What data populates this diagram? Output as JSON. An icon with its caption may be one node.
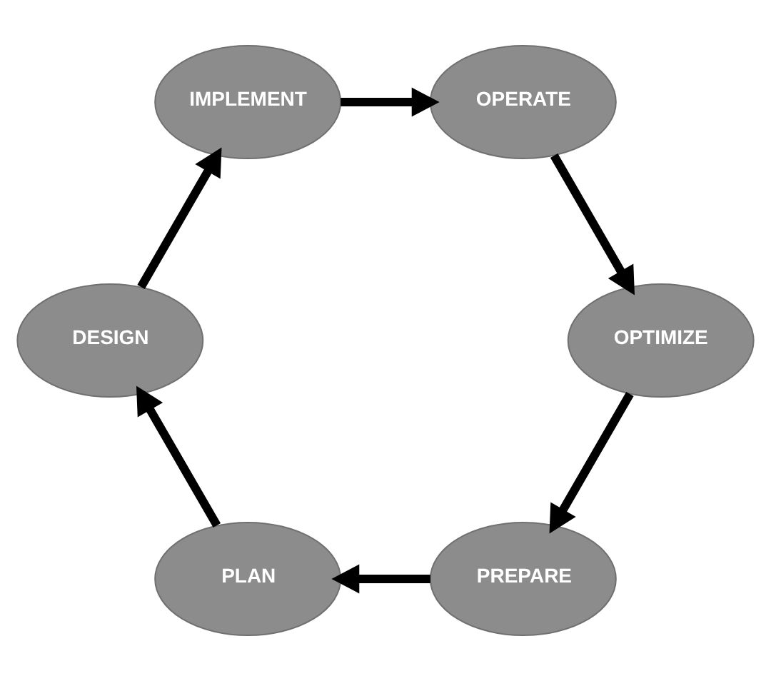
{
  "diagram": {
    "nodes": [
      {
        "text": [
          "PREPARE"
        ]
      },
      {
        "text": [
          "PLAN"
        ]
      },
      {
        "text": [
          "DESIGN"
        ]
      },
      {
        "text": [
          "IMPLEMENT"
        ]
      },
      {
        "text": [
          "OPERATE"
        ]
      },
      {
        "text": [
          "OPTIMIZE"
        ]
      }
    ],
    "edges": [
      {
        "from": 0,
        "to": 1,
        "arrow": "to"
      },
      {
        "from": 1,
        "to": 2,
        "arrow": "to"
      },
      {
        "from": 2,
        "to": 3,
        "arrow": "to"
      },
      {
        "from": 3,
        "to": 4,
        "arrow": "to"
      },
      {
        "from": 4,
        "to": 5,
        "arrow": "to"
      },
      {
        "from": 5,
        "to": 0,
        "arrow": "to"
      }
    ]
  }
}
